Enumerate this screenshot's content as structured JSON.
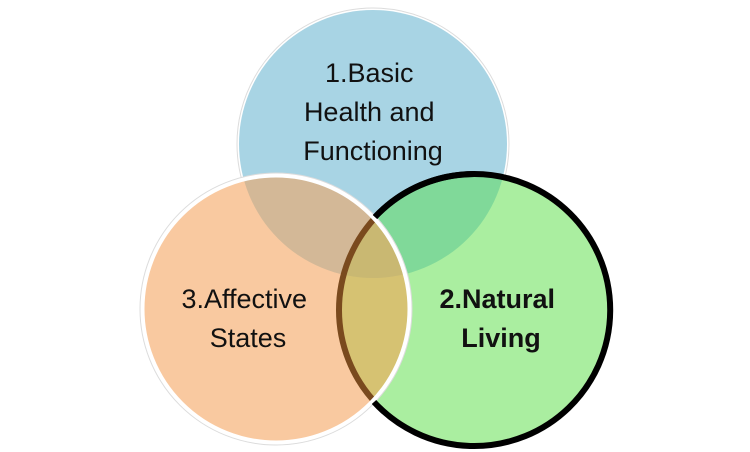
{
  "diagram": {
    "type": "venn",
    "sets": [
      {
        "id": "basic-health",
        "number": 1,
        "lines": [
          "1.Basic",
          "Health and",
          "Functioning"
        ],
        "color": "#a8d4e4",
        "bold": false
      },
      {
        "id": "natural-living",
        "number": 2,
        "lines": [
          "2.Natural",
          "Living"
        ],
        "color": "#aaeea0",
        "bold": true,
        "outline": "#000000"
      },
      {
        "id": "affective-states",
        "number": 3,
        "lines": [
          "3.Affective",
          "States"
        ],
        "color": "#f9c9a0",
        "bold": false
      }
    ],
    "overlap_colors": {
      "basic_natural": "#80d999",
      "basic_affective": "#d3b897",
      "affective_natural": "#d6c272",
      "all_three": "#c9b872",
      "affective_natural_edge": "#7a4a1e"
    }
  }
}
